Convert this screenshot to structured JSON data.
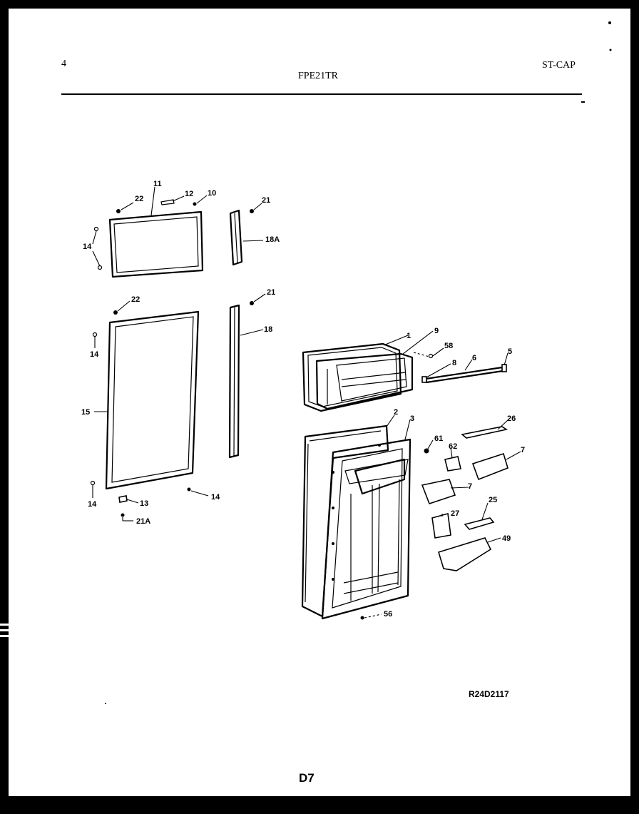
{
  "header": {
    "page_number": "4",
    "model": "FPE21TR",
    "section_code": "ST-CAP"
  },
  "footer": {
    "reference_code": "R24D2117",
    "page_code": "D7"
  },
  "callouts": [
    {
      "id": "c11",
      "label": "11"
    },
    {
      "id": "c22a",
      "label": "22"
    },
    {
      "id": "c12",
      "label": "12"
    },
    {
      "id": "c10",
      "label": "10"
    },
    {
      "id": "c21a",
      "label": "21"
    },
    {
      "id": "c18a",
      "label": "18A"
    },
    {
      "id": "c14a",
      "label": "14"
    },
    {
      "id": "c22b",
      "label": "22"
    },
    {
      "id": "c21b",
      "label": "21"
    },
    {
      "id": "c18",
      "label": "18"
    },
    {
      "id": "c14b",
      "label": "14"
    },
    {
      "id": "c15",
      "label": "15"
    },
    {
      "id": "c14c",
      "label": "14"
    },
    {
      "id": "c13",
      "label": "13"
    },
    {
      "id": "c14d",
      "label": "14"
    },
    {
      "id": "c21A",
      "label": "21A"
    },
    {
      "id": "c1",
      "label": "1"
    },
    {
      "id": "c9",
      "label": "9"
    },
    {
      "id": "c58",
      "label": "58"
    },
    {
      "id": "c5",
      "label": "5"
    },
    {
      "id": "c6",
      "label": "6"
    },
    {
      "id": "c8",
      "label": "8"
    },
    {
      "id": "c2",
      "label": "2"
    },
    {
      "id": "c3",
      "label": "3"
    },
    {
      "id": "c26",
      "label": "26"
    },
    {
      "id": "c61",
      "label": "61"
    },
    {
      "id": "c62",
      "label": "62"
    },
    {
      "id": "c7a",
      "label": "7"
    },
    {
      "id": "c7b",
      "label": "7"
    },
    {
      "id": "c25",
      "label": "25"
    },
    {
      "id": "c27",
      "label": "27"
    },
    {
      "id": "c49",
      "label": "49"
    },
    {
      "id": "c56",
      "label": "56"
    }
  ]
}
